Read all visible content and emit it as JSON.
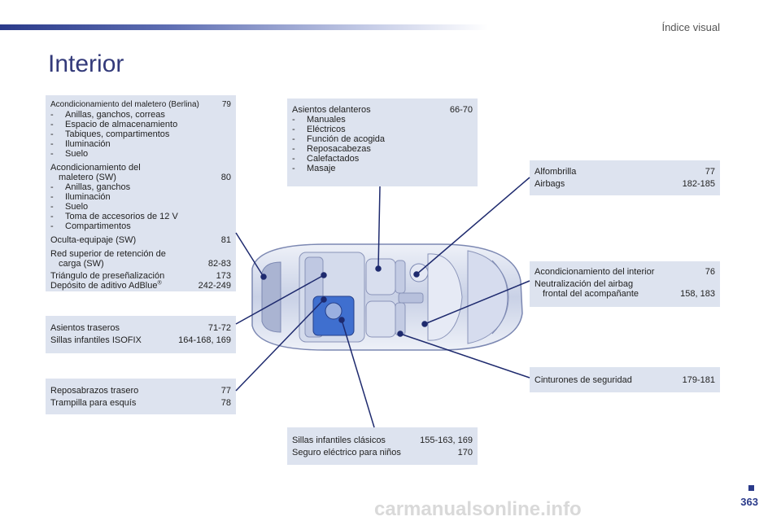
{
  "header": {
    "section_title": "Índice visual",
    "page_title": "Interior",
    "page_number": "363",
    "watermark": "carmanualsonline.info"
  },
  "boxes": {
    "luggage": {
      "r1_label": "Acondicionamiento del maletero (Berlina)",
      "r1_page": "79",
      "r1_subs": [
        "Anillas, ganchos, correas",
        "Espacio de almacenamiento",
        "Tabiques, compartimentos",
        "Iluminación",
        "Suelo"
      ],
      "r2_label_a": "Acondicionamiento del",
      "r2_label_b": "maletero (SW)",
      "r2_page": "80",
      "r2_subs": [
        "Anillas, ganchos",
        "Iluminación",
        "Suelo",
        "Toma de accesorios de 12 V",
        "Compartimentos"
      ],
      "r3_label": "Oculta-equipaje (SW)",
      "r3_page": "81",
      "r4_label_a": "Red superior de retención de",
      "r4_label_b": "carga (SW)",
      "r4_page": "82-83",
      "r5_label": "Triángulo de preseñalización",
      "r5_page": "173",
      "r6_label": "Depósito de aditivo AdBlue",
      "r6_sup": "®",
      "r6_page": "242-249"
    },
    "rear_seats": {
      "r1_label": "Asientos traseros",
      "r1_page": "71-72",
      "r2_label": "Sillas infantiles ISOFIX",
      "r2_page": "164-168, 169"
    },
    "armrest": {
      "r1_label": "Reposabrazos trasero",
      "r1_page": "77",
      "r2_label": "Trampilla para esquís",
      "r2_page": "78"
    },
    "front_seats": {
      "r1_label": "Asientos delanteros",
      "r1_page": "66-70",
      "subs": [
        "Manuales",
        "Eléctricos",
        "Función de acogida",
        "Reposacabezas",
        "Calefactados",
        "Masaje"
      ]
    },
    "mat": {
      "r1_label": "Alfombrilla",
      "r1_page": "77",
      "r2_label": "Airbags",
      "r2_page": "182-185"
    },
    "interior": {
      "r1_label": "Acondicionamiento del interior",
      "r1_page": "76",
      "r2_label_a": "Neutralización del airbag",
      "r2_label_b": "frontal del acompañante",
      "r2_page": "158, 183"
    },
    "belts": {
      "r1_label": "Cinturones de seguridad",
      "r1_page": "179-181"
    },
    "child_seats": {
      "r1_label": "Sillas infantiles clásicos",
      "r1_page": "155-163, 169",
      "r2_label": "Seguro eléctrico para niños",
      "r2_page": "170"
    }
  },
  "colors": {
    "box_bg": "#dde3ef",
    "title_blue": "#333a7a",
    "leader_line": "#1e2a6e"
  },
  "icons": {
    "car": "car-top-view-illustration"
  }
}
